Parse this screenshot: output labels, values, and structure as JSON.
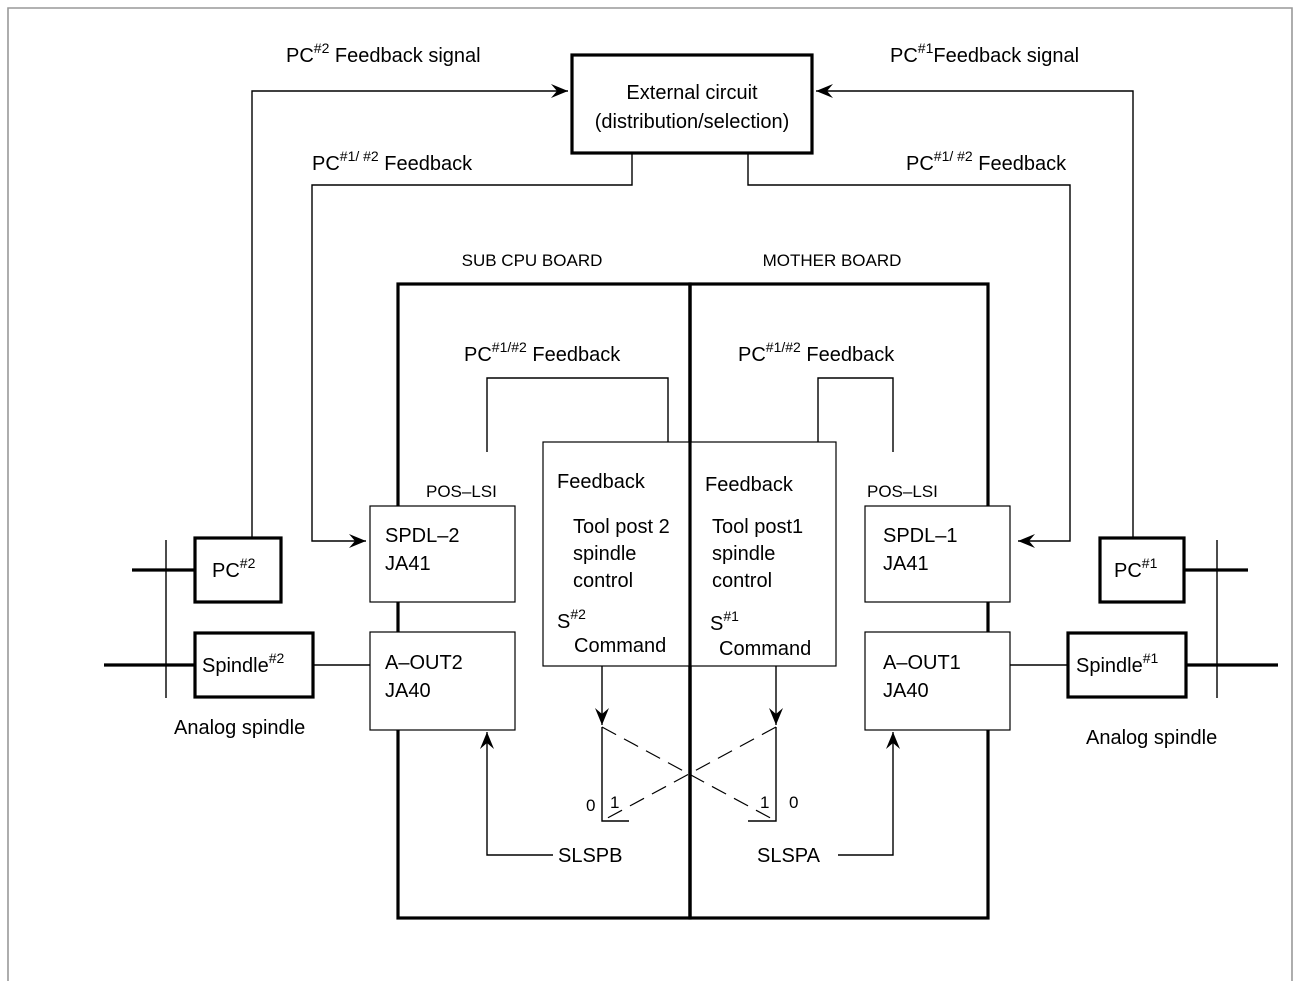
{
  "labels": {
    "external_circuit_line1": "External circuit",
    "external_circuit_line2": "(distribution/selection)",
    "pc2_feedback_signal_pre": "PC",
    "pc2_feedback_signal_sup": "#2",
    "pc2_feedback_signal_post": " Feedback signal",
    "pc1_feedback_signal_pre": "PC",
    "pc1_feedback_signal_sup": "#1",
    "pc1_feedback_signal_post": "Feedback signal",
    "pc12_feedback_left_pre": "PC",
    "pc12_feedback_left_sup": "#1/ #2",
    "pc12_feedback_left_post": " Feedback",
    "pc12_feedback_right_pre": "PC",
    "pc12_feedback_right_sup": "#1/ #2",
    "pc12_feedback_right_post": "  Feedback",
    "sub_cpu_board": "SUB CPU BOARD",
    "mother_board": "MOTHER BOARD",
    "pc12_inner_left_pre": "PC",
    "pc12_inner_left_sup": "#1/#2",
    "pc12_inner_left_post": " Feedback",
    "pc12_inner_right_pre": "PC",
    "pc12_inner_right_sup": "#1/#2",
    "pc12_inner_right_post": " Feedback",
    "pos_lsi_left": "POS–LSI",
    "pos_lsi_right": "POS–LSI",
    "feedback_left": "Feedback",
    "feedback_right": "Feedback",
    "tool_post2_line1": "Tool post 2",
    "tool_post2_line2": "spindle",
    "tool_post2_line3": "control",
    "tool_post1_line1": "Tool post1",
    "tool_post1_line2": "spindle",
    "tool_post1_line3": "control",
    "s2_pre": "S",
    "s2_sup": "#2",
    "s1_pre": "S",
    "s1_sup": "#1",
    "command_left": "Command",
    "command_right": "Command",
    "spdl2_line1": "SPDL–2",
    "spdl2_line2": "JA41",
    "spdl1_line1": "SPDL–1",
    "spdl1_line2": "JA41",
    "aout2_line1": "A–OUT2",
    "aout2_line2": "JA40",
    "aout1_line1": "A–OUT1",
    "aout1_line2": "JA40",
    "pc2_box_pre": "PC",
    "pc2_box_sup": "#2",
    "pc1_box_pre": "PC",
    "pc1_box_sup": "#1",
    "spindle2_pre": "Spindle",
    "spindle2_sup": "#2",
    "spindle1_pre": "Spindle",
    "spindle1_sup": "#1",
    "analog_spindle_left": "Analog spindle",
    "analog_spindle_right": "Analog spindle",
    "sw_left_0": "0",
    "sw_left_1": "1",
    "sw_right_1": "1",
    "sw_right_0": "0",
    "slspb": "SLSPB",
    "slspa": "SLSPA"
  }
}
